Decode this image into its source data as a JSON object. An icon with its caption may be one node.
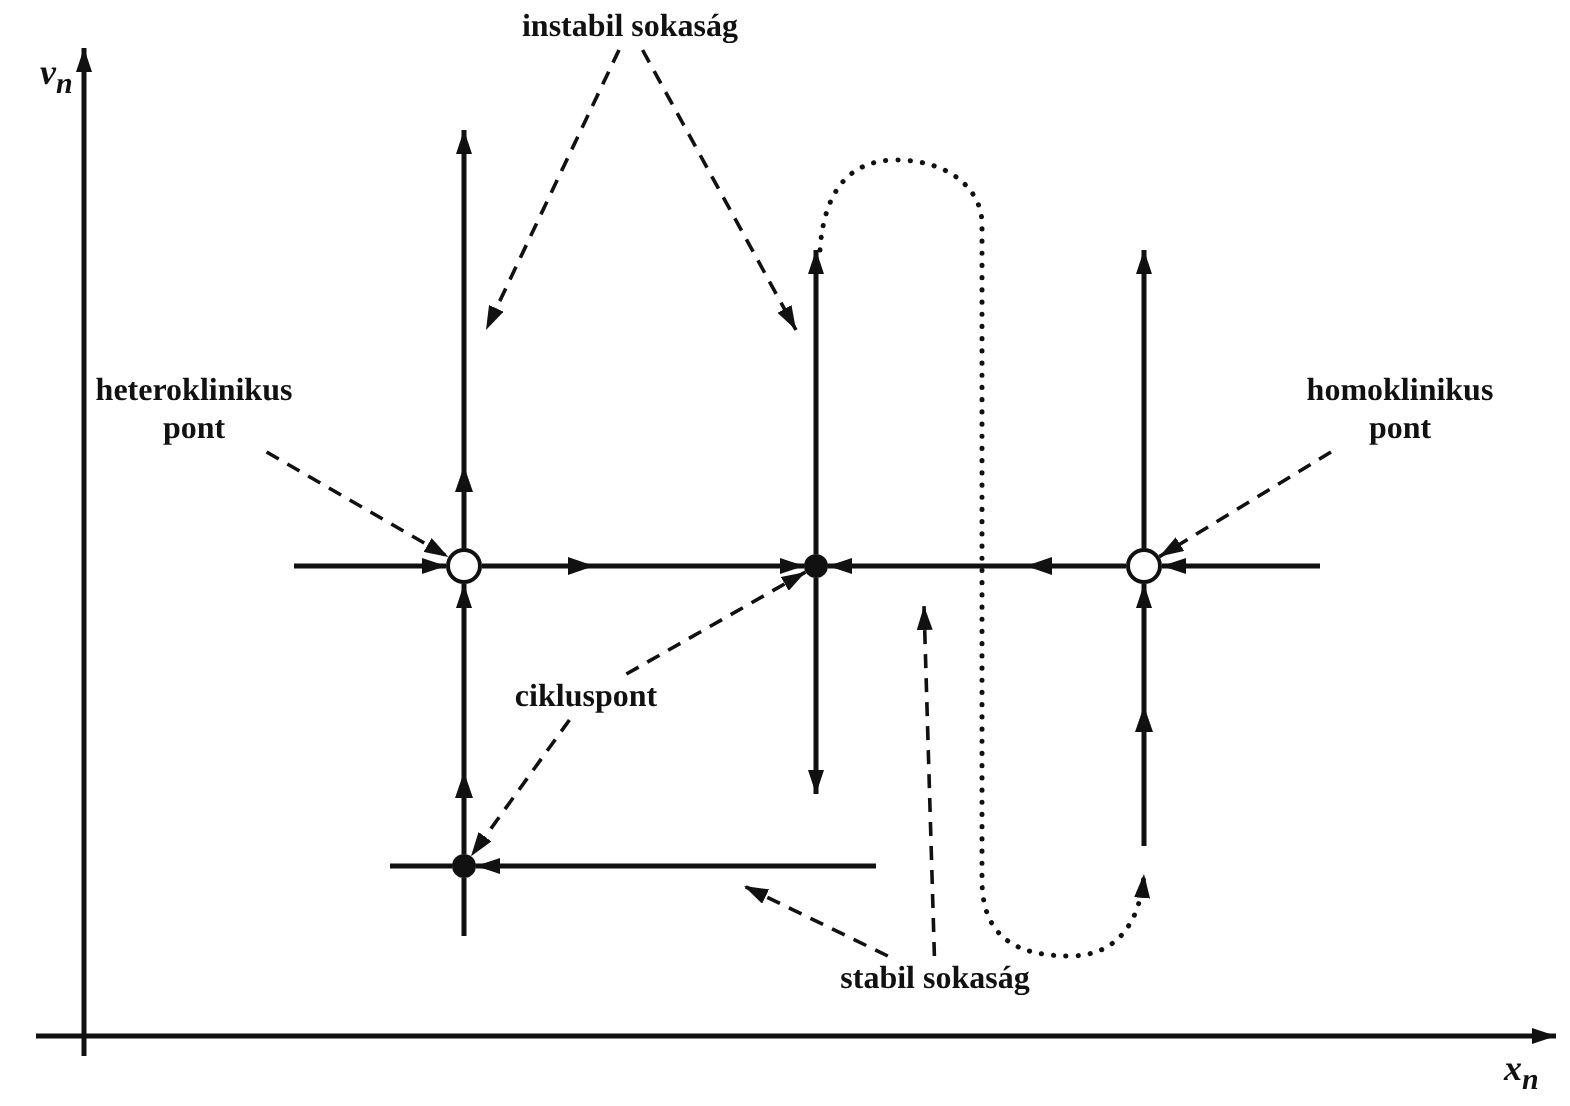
{
  "diagram": {
    "nodes": [
      {
        "text": [
          "instabil sokaság"
        ]
      },
      {
        "text": [
          "heteroklinikus pont"
        ]
      },
      {
        "text": [
          "homoklinikus pont"
        ]
      },
      {
        "text": [],
        "shape": "circle"
      },
      {
        "text": [],
        "shape": "circle"
      },
      {
        "text": [],
        "shape": "circle"
      },
      {
        "text": [
          "cikluspont"
        ]
      },
      {
        "text": [],
        "shape": "circle"
      },
      {
        "text": [
          "stabil sokaság"
        ]
      }
    ],
    "edges": [
      {
        "from": null,
        "to": 3,
        "arrow": "to"
      },
      {
        "from": 3,
        "to": 4,
        "arrow": "to"
      },
      {
        "from": 5,
        "to": 4,
        "arrow": "to"
      },
      {
        "from": null,
        "to": 5,
        "arrow": "to"
      },
      {
        "from": 3,
        "to": null,
        "arrow": "to"
      },
      {
        "from": 7,
        "to": 3,
        "arrow": "to"
      },
      {
        "from": 7,
        "to": null,
        "arrow": "none"
      },
      {
        "from": null,
        "to": 7,
        "arrow": "none"
      },
      {
        "from": null,
        "to": 7,
        "arrow": "to"
      },
      {
        "from": 4,
        "to": null,
        "arrow": "to"
      },
      {
        "from": 4,
        "to": null,
        "arrow": "to"
      },
      {
        "from": 5,
        "to": null,
        "arrow": "to"
      },
      {
        "from": null,
        "to": 5,
        "arrow": "to"
      },
      {
        "from": 0,
        "to": null,
        "arrow": "to",
        "style": "dashed"
      },
      {
        "from": 0,
        "to": null,
        "arrow": "to",
        "style": "dashed"
      },
      {
        "from": 1,
        "to": 3,
        "arrow": "to",
        "style": "dashed"
      },
      {
        "from": 2,
        "to": 5,
        "arrow": "to",
        "style": "dashed"
      },
      {
        "from": 6,
        "to": 4,
        "arrow": "to",
        "style": "dashed"
      },
      {
        "from": 6,
        "to": 7,
        "arrow": "to",
        "style": "dashed"
      },
      {
        "from": 8,
        "to": null,
        "arrow": "to",
        "style": "dashed"
      },
      {
        "from": 8,
        "to": null,
        "arrow": "to",
        "style": "dashed"
      }
    ],
    "labels": [
      "v$_{n}$",
      "x$_{n}$"
    ]
  }
}
